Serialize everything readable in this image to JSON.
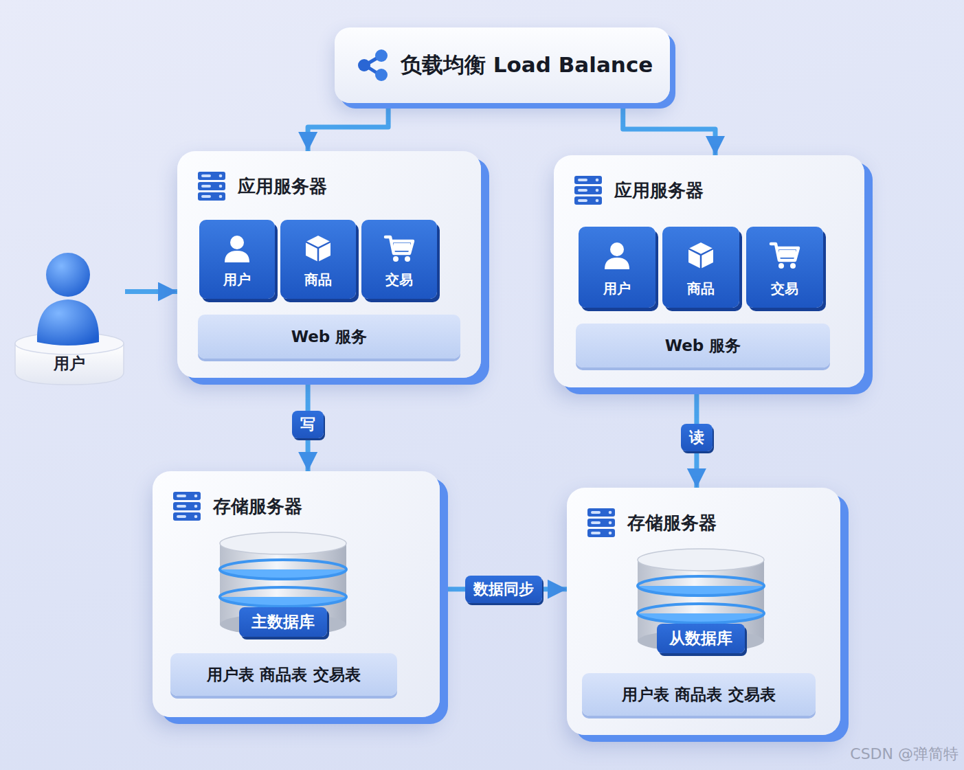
{
  "diagram": {
    "nodes": [
      {
        "text": [
          "负载均衡 Load Balance"
        ]
      },
      {
        "text": [
          "用户"
        ]
      },
      {
        "text": [
          "应用服务器"
        ]
      },
      {
        "text": [
          "用户"
        ],
        "in": 2
      },
      {
        "text": [
          "商品"
        ],
        "in": 2
      },
      {
        "text": [
          "交易"
        ],
        "in": 2
      },
      {
        "text": [
          "Web 服务"
        ],
        "in": 2
      },
      {
        "text": [
          "应用服务器"
        ]
      },
      {
        "text": [
          "用户"
        ],
        "in": 7
      },
      {
        "text": [
          "商品"
        ],
        "in": 7
      },
      {
        "text": [
          "交易"
        ],
        "in": 7
      },
      {
        "text": [
          "Web 服务"
        ],
        "in": 7
      },
      {
        "text": [
          "存储服务器"
        ]
      },
      {
        "text": [
          "主数据库"
        ],
        "in": 12
      },
      {
        "text": [
          "用户表 商品表 交易表"
        ],
        "in": 12
      },
      {
        "text": [
          "存储服务器"
        ]
      },
      {
        "text": [
          "从数据库"
        ],
        "in": 15
      },
      {
        "text": [
          "用户表 商品表 交易表"
        ],
        "in": 15
      }
    ],
    "edges": [
      {
        "from": 0,
        "to": 2,
        "arrow": "to"
      },
      {
        "from": 0,
        "to": 7,
        "arrow": "to"
      },
      {
        "from": 1,
        "to": 2,
        "arrow": "to"
      },
      {
        "from": 2,
        "to": 12,
        "label": "写",
        "arrow": "to"
      },
      {
        "from": 7,
        "to": 15,
        "label": "读",
        "arrow": "to"
      },
      {
        "from": 12,
        "to": 15,
        "label": "数据同步",
        "arrow": "to"
      }
    ],
    "labels": [
      "CSDN @弹简特"
    ]
  }
}
